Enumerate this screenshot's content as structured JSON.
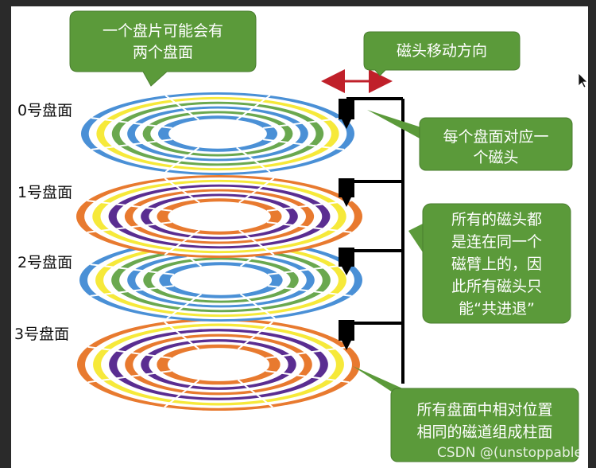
{
  "callouts": {
    "two_sides": [
      "一个盘片可能会有",
      "两个盘面"
    ],
    "head_direction": "磁头移动方向",
    "one_head_per_surface": [
      "每个盘面对应一",
      "个磁头"
    ],
    "shared_arm": [
      "所有的磁头都",
      "是连在同一个",
      "磁臂上的，因",
      "此所有磁头只",
      "能“共进退”"
    ],
    "cylinder": [
      "所有盘面中相对位置",
      "相同的磁道组成柱面"
    ]
  },
  "surface_labels": [
    "0号盘面",
    "1号盘面",
    "2号盘面",
    "3号盘面"
  ],
  "watermark": "CSDN @(unstoppable)",
  "colors": {
    "callout_fill": "#5b9a3a",
    "arrow": "#c0202a",
    "blue": "#4a90d6",
    "yellow": "#f6e93a",
    "green": "#6aa84f",
    "orange": "#e87a2f",
    "purple": "#5a2d91",
    "head": "#000000"
  },
  "icons": [
    "mouse-cursor-icon"
  ]
}
